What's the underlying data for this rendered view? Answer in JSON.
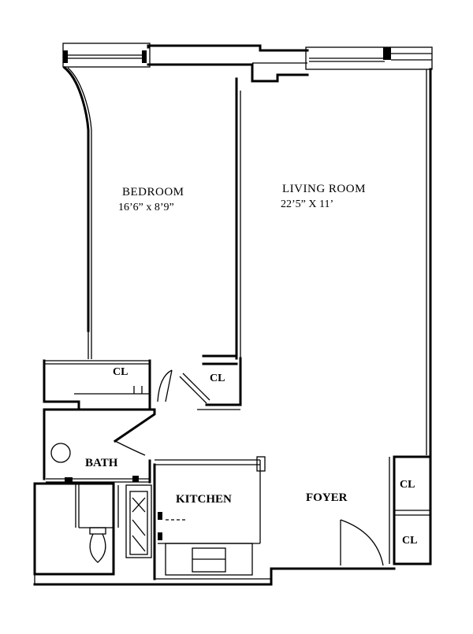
{
  "rooms": {
    "bedroom": {
      "name": "BEDROOM",
      "dims": "16’6” x 8’9”"
    },
    "living_room": {
      "name": "LIVING ROOM",
      "dims": "22’5” X 11’"
    },
    "bath": {
      "name": "BATH"
    },
    "kitchen": {
      "name": "KITCHEN"
    },
    "foyer": {
      "name": "FOYER"
    }
  },
  "closets": {
    "bedroom_cl": "CL",
    "hall_cl": "CL",
    "foyer_cl_1": "CL",
    "foyer_cl_2": "CL"
  }
}
